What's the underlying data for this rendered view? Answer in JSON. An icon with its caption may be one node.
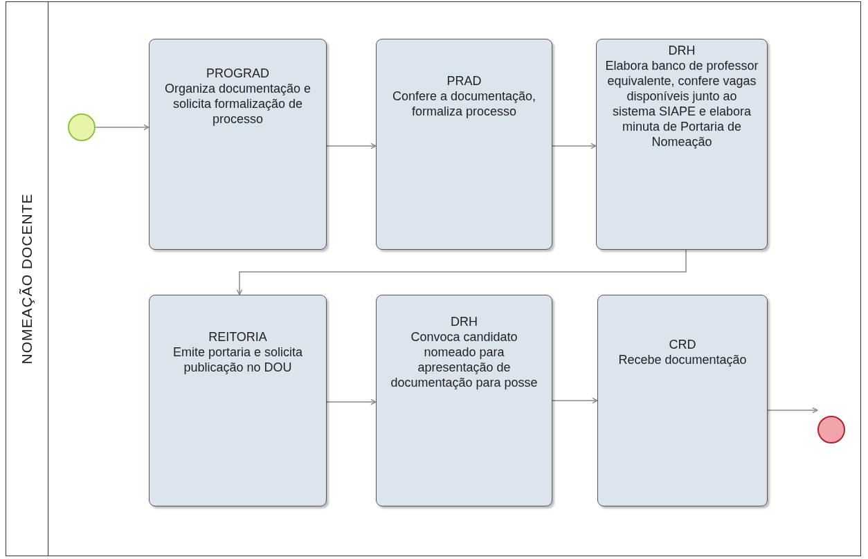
{
  "diagram": {
    "nodes": [
      {
        "text": [
          "NOMEAÇÃO DOCENTE"
        ]
      },
      {
        "text": [],
        "shape": "circle",
        "in": 0
      },
      {
        "text": [
          "PROGRAD",
          "Organiza documentação e solicita formalização de processo"
        ],
        "in": 0
      },
      {
        "text": [
          "PRAD",
          "Confere a documentação, formaliza processo"
        ],
        "in": 0
      },
      {
        "text": [
          "DRH",
          "Elabora banco de professor equivalente, confere vagas disponíveis junto ao sistema SIAPE e elabora minuta de Portaria de Nomeação"
        ],
        "in": 0
      },
      {
        "text": [
          "REITORIA",
          "Emite portaria e solicita publicação no DOU"
        ],
        "in": 0
      },
      {
        "text": [
          "DRH",
          "Convoca candidato nomeado para apresentação de documentação para posse"
        ],
        "in": 0
      },
      {
        "text": [
          "CRD",
          "Recebe documentação"
        ],
        "in": 0
      },
      {
        "text": [],
        "shape": "circle",
        "in": 0
      }
    ],
    "edges": [
      {
        "from": 1,
        "to": 2,
        "arrow": "to"
      },
      {
        "from": 2,
        "to": 3,
        "arrow": "to"
      },
      {
        "from": 3,
        "to": 4,
        "arrow": "to"
      },
      {
        "from": 4,
        "to": 5,
        "arrow": "to"
      },
      {
        "from": 5,
        "to": 6,
        "arrow": "to"
      },
      {
        "from": 6,
        "to": 7,
        "arrow": "to"
      },
      {
        "from": 7,
        "to": 8,
        "arrow": "to"
      }
    ]
  }
}
